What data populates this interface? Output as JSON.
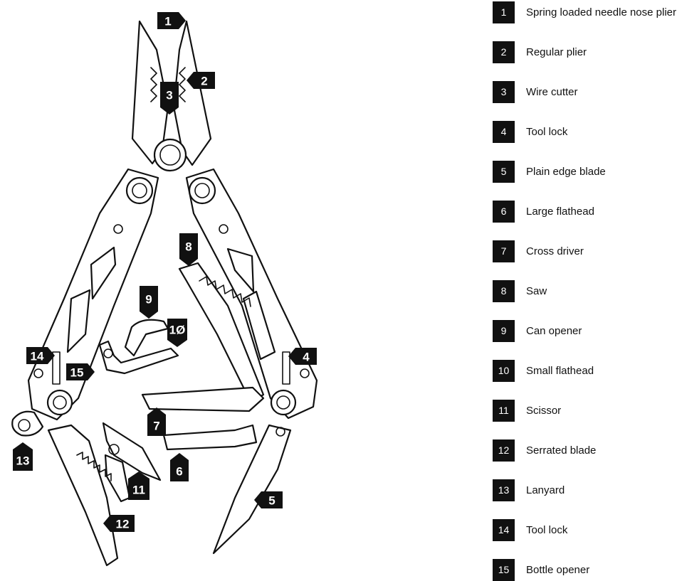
{
  "legend": {
    "items": [
      {
        "number": "1",
        "label": "Spring loaded needle nose plier"
      },
      {
        "number": "2",
        "label": "Regular plier"
      },
      {
        "number": "3",
        "label": "Wire cutter"
      },
      {
        "number": "4",
        "label": "Tool lock"
      },
      {
        "number": "5",
        "label": "Plain edge blade"
      },
      {
        "number": "6",
        "label": "Large flathead"
      },
      {
        "number": "7",
        "label": "Cross driver"
      },
      {
        "number": "8",
        "label": "Saw"
      },
      {
        "number": "9",
        "label": "Can opener"
      },
      {
        "number": "10",
        "label": "Small flathead"
      },
      {
        "number": "11",
        "label": "Scissor"
      },
      {
        "number": "12",
        "label": "Serrated blade"
      },
      {
        "number": "13",
        "label": "Lanyard"
      },
      {
        "number": "14",
        "label": "Tool lock"
      },
      {
        "number": "15",
        "label": "Bottle opener"
      }
    ]
  },
  "callouts": [
    {
      "text": "1"
    },
    {
      "text": "2"
    },
    {
      "text": "3"
    },
    {
      "text": "4"
    },
    {
      "text": "5"
    },
    {
      "text": "6"
    },
    {
      "text": "7"
    },
    {
      "text": "8"
    },
    {
      "text": "9"
    },
    {
      "text": "1Ø"
    },
    {
      "text": "11"
    },
    {
      "text": "12"
    },
    {
      "text": "13"
    },
    {
      "text": "14"
    },
    {
      "text": "15"
    }
  ]
}
